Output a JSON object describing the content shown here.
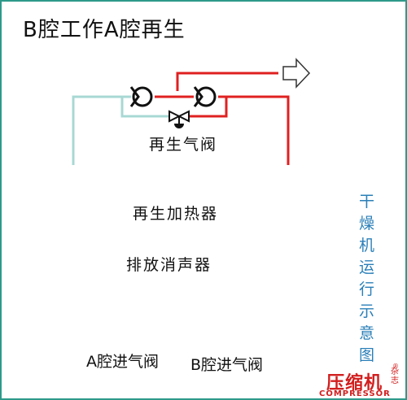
{
  "title": "B腔工作A腔再生",
  "labels": {
    "regen_valve": "再生气阀",
    "heater": "再生加热器",
    "muffler": "排放消声器",
    "a_inlet": "A腔进气阀",
    "b_inlet": "B腔进气阀"
  },
  "side_caption": "干燥机运行示意图",
  "logo": {
    "main": "压缩机",
    "side": "杂志",
    "registered": "®",
    "sub": "COMPRESSOR"
  },
  "colors": {
    "frame": "#2e9a8a",
    "hot_line": "#e02020",
    "cold_line": "#a8d8d4",
    "caption": "#2a7fb8",
    "logo": "#d21f1f"
  }
}
